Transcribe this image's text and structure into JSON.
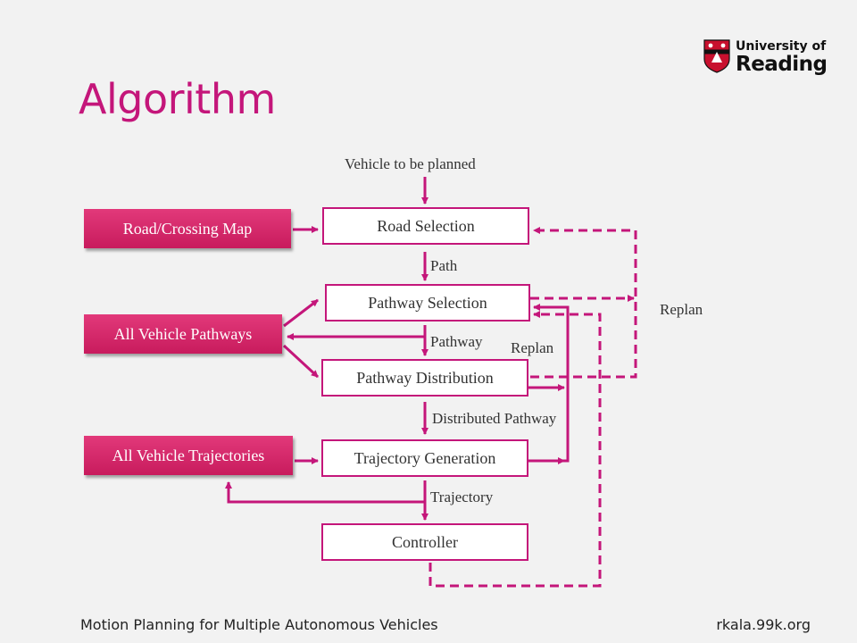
{
  "slide": {
    "title": "Algorithm",
    "footer_left": "Motion Planning for Multiple Autonomous Vehicles",
    "footer_right": "rkala.99k.org"
  },
  "logo": {
    "line1": "University of",
    "line2": "Reading"
  },
  "diagram": {
    "input_label": "Vehicle to be planned",
    "sources": {
      "map": "Road/Crossing Map",
      "pathways": "All Vehicle Pathways",
      "trajectories": "All Vehicle Trajectories"
    },
    "steps": {
      "road_selection": "Road Selection",
      "pathway_selection": "Pathway Selection",
      "pathway_distribution": "Pathway Distribution",
      "trajectory_generation": "Trajectory Generation",
      "controller": "Controller"
    },
    "edge_labels": {
      "path": "Path",
      "pathway": "Pathway",
      "distributed_pathway": "Distributed Pathway",
      "trajectory": "Trajectory",
      "replan_outer": "Replan",
      "replan_inner": "Replan"
    },
    "colors": {
      "accent": "#c4167a",
      "source_fill": "#d92a6c",
      "background": "#f2f2f2"
    }
  }
}
